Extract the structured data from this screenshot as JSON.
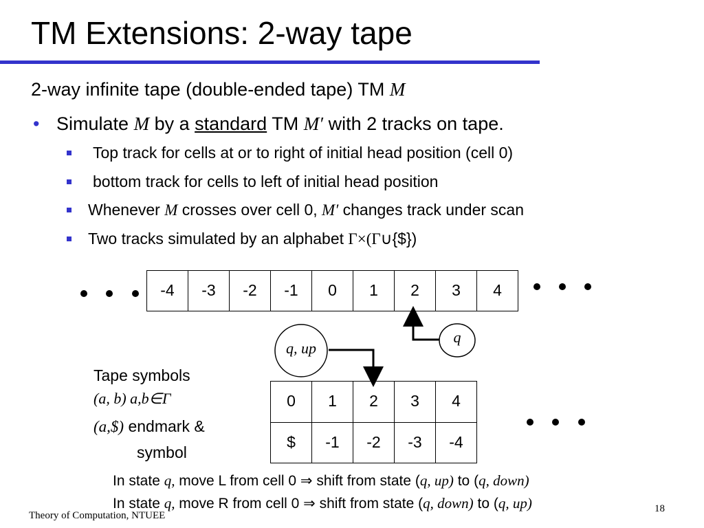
{
  "title": "TM Extensions: 2-way tape",
  "intro": {
    "text": "2-way infinite tape (double-ended tape) TM ",
    "var": "M"
  },
  "bullet": {
    "marker": "•",
    "p1": "Simulate ",
    "m1": "M",
    "p2": " by a ",
    "standard": "standard",
    "p3": " TM ",
    "m2": "M′",
    "p4": " with 2 tracks on tape."
  },
  "subbullets": [
    {
      "text": "Top track for cells at or to right of initial head position (cell 0)"
    },
    {
      "text": "bottom track for cells to left of initial head position"
    },
    {
      "a": "Whenever ",
      "m": "M",
      "b": " crosses over cell 0, ",
      "m2": "M′",
      "c": " changes track under scan"
    },
    {
      "a": "Two tracks simulated by an alphabet ",
      "sym": "Γ×(Γ∪",
      "b": "{$})"
    }
  ],
  "top_tape": [
    "-4",
    "-3",
    "-2",
    "-1",
    "0",
    "1",
    "2",
    "3",
    "4"
  ],
  "state_top": "q",
  "state_bottom": "q, up",
  "track_top": [
    "0",
    "1",
    "2",
    "3",
    "4"
  ],
  "track_bottom": [
    "$",
    "-1",
    "-2",
    "-3",
    "-4"
  ],
  "tape_symbols": {
    "heading": "Tape symbols",
    "line1": "(a, b)  a,b∈Γ",
    "line2_it": "(a,$)",
    "line2_txt": " endmark &",
    "line3": "symbol"
  },
  "notes": [
    {
      "a": "In state ",
      "q": "q,",
      "b": " move L from cell 0 ⇒ shift from state (",
      "s1": "q, up)",
      "c": " to (",
      "s2": "q, down)"
    },
    {
      "a": "In state ",
      "q": "q,",
      "b": " move R from cell 0 ⇒ shift from state (",
      "s1": "q, down)",
      "c": " to (",
      "s2": "q, up)"
    }
  ],
  "footer": "Theory of Computation, NTUEE",
  "page_number": "18"
}
